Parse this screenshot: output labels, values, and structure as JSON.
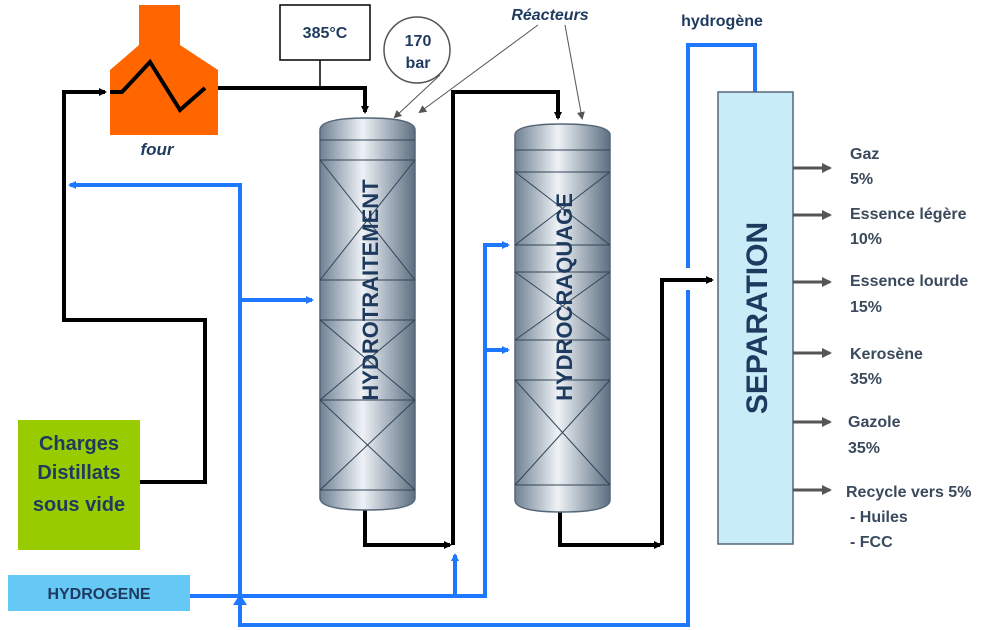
{
  "furnace": {
    "label": "four",
    "color": "#ff6600"
  },
  "temperature": {
    "label": "385°C"
  },
  "pressure": {
    "line1": "170",
    "line2": "bar"
  },
  "reactors_label": "Réacteurs",
  "hydrogen_top_label": "hydrogène",
  "reactor1": {
    "label": "HYDROTRAITEMENT"
  },
  "reactor2": {
    "label": "HYDROCRAQUAGE"
  },
  "separation": {
    "label": "SEPARATION",
    "color": "#c8ecf8"
  },
  "feed": {
    "line1": "Charges",
    "line2": "Distillats",
    "line3": "sous vide",
    "color": "#99cc00"
  },
  "hydrogen_box": {
    "label": "HYDROGENE",
    "color": "#66c8f5"
  },
  "outputs": [
    {
      "name": "Gaz",
      "pct": "5%"
    },
    {
      "name": "Essence légère",
      "pct": "10%"
    },
    {
      "name": "Essence lourde",
      "pct": "15%"
    },
    {
      "name": "Kerosène",
      "pct": "35%"
    },
    {
      "name": "Gazole",
      "pct": "35%"
    },
    {
      "name": "Recycle vers 5%",
      "pct": "",
      "sub1": "- Huiles",
      "sub2": "- FCC"
    }
  ],
  "colors": {
    "black_line": "#000000",
    "blue_line": "#1e78ff"
  }
}
